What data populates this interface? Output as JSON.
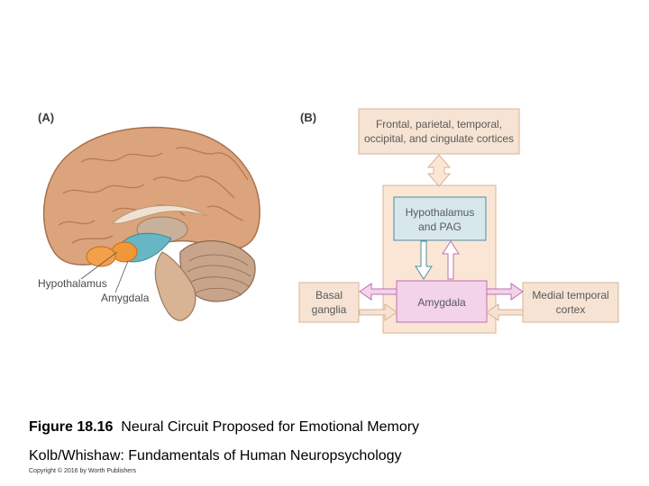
{
  "panels": {
    "a_label": "(A)",
    "b_label": "(B)"
  },
  "brain": {
    "hypothalamus_label": "Hypothalamus",
    "amygdala_label": "Amygdala"
  },
  "circuit": {
    "top_box": [
      "Frontal, parietal, temporal,",
      "occipital, and cingulate cortices"
    ],
    "hypothalamus_box": [
      "Hypothalamus",
      "and PAG"
    ],
    "amygdala_box": "Amygdala",
    "basal_box": [
      "Basal",
      "ganglia"
    ],
    "medial_box": [
      "Medial temporal",
      "cortex"
    ]
  },
  "caption": {
    "figure_number": "Figure 18.16",
    "figure_title": "Neural Circuit Proposed for Emotional Memory",
    "book": "Kolb/Whishaw: Fundamentals of Human Neuropsychology",
    "copyright": "Copyright © 2016 by Worth Publishers"
  },
  "colors": {
    "box_fill": "#f6e3d3",
    "box_stroke": "#d9b394",
    "amygdala_fill": "#f2d3ea",
    "amygdala_stroke": "#c06fb0",
    "hypothalamus_fill": "#d7e8ec",
    "hypothalamus_stroke": "#4a8fa0",
    "outer_fill": "#fbe6d6",
    "brain_tan": "#d9a27a"
  }
}
